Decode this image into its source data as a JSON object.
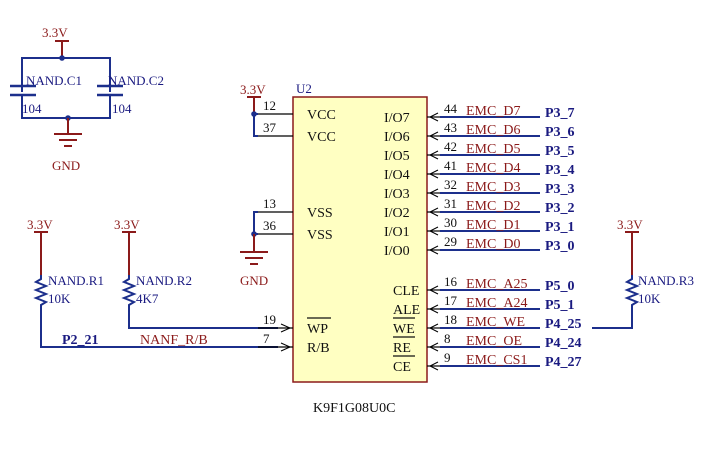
{
  "power_labels": [
    "3.3V",
    "3.3V",
    "3.3V",
    "3.3V",
    "3.3V"
  ],
  "ground_labels": [
    "GND",
    "GND"
  ],
  "caps": [
    {
      "ref": "NAND.C1",
      "value": "104"
    },
    {
      "ref": "NAND.C2",
      "value": "104"
    }
  ],
  "resistors": [
    {
      "ref": "NAND.R1",
      "value": "10K"
    },
    {
      "ref": "NAND.R2",
      "value": "4K7"
    },
    {
      "ref": "NAND.R3",
      "value": "10K"
    }
  ],
  "chip": {
    "designator": "U2",
    "part": "K9F1G08U0C"
  },
  "left_pins": [
    {
      "num": "12",
      "name": "VCC"
    },
    {
      "num": "37",
      "name": "VCC"
    },
    {
      "num": "13",
      "name": "VSS"
    },
    {
      "num": "36",
      "name": "VSS"
    },
    {
      "num": "19",
      "name": "WP"
    },
    {
      "num": "7",
      "name": "R/B"
    }
  ],
  "right_pins": [
    {
      "num": "44",
      "name": "I/O7",
      "net": "EMC_D7",
      "port": "P3_7"
    },
    {
      "num": "43",
      "name": "I/O6",
      "net": "EMC_D6",
      "port": "P3_6"
    },
    {
      "num": "42",
      "name": "I/O5",
      "net": "EMC_D5",
      "port": "P3_5"
    },
    {
      "num": "41",
      "name": "I/O4",
      "net": "EMC_D4",
      "port": "P3_4"
    },
    {
      "num": "32",
      "name": "I/O3",
      "net": "EMC_D3",
      "port": "P3_3"
    },
    {
      "num": "31",
      "name": "I/O2",
      "net": "EMC_D2",
      "port": "P3_2"
    },
    {
      "num": "30",
      "name": "I/O1",
      "net": "EMC_D1",
      "port": "P3_1"
    },
    {
      "num": "29",
      "name": "I/O0",
      "net": "EMC_D0",
      "port": "P3_0"
    },
    {
      "num": "16",
      "name": "CLE",
      "net": "EMC_A25",
      "port": "P5_0"
    },
    {
      "num": "17",
      "name": "ALE",
      "net": "EMC_A24",
      "port": "P5_1"
    },
    {
      "num": "18",
      "name": "WE",
      "net": "EMC_WE",
      "port": "P4_25"
    },
    {
      "num": "8",
      "name": "RE",
      "net": "EMC_OE",
      "port": "P4_24"
    },
    {
      "num": "9",
      "name": "CE",
      "net": "EMC_CS1",
      "port": "P4_27"
    }
  ],
  "left_nets": {
    "rb_net": "NANF_R/B",
    "rb_port": "P2_21"
  },
  "colors": {
    "wire": "#1c2f8c",
    "power": "#8b1a1a",
    "chip_fill": "#ffffc2"
  }
}
